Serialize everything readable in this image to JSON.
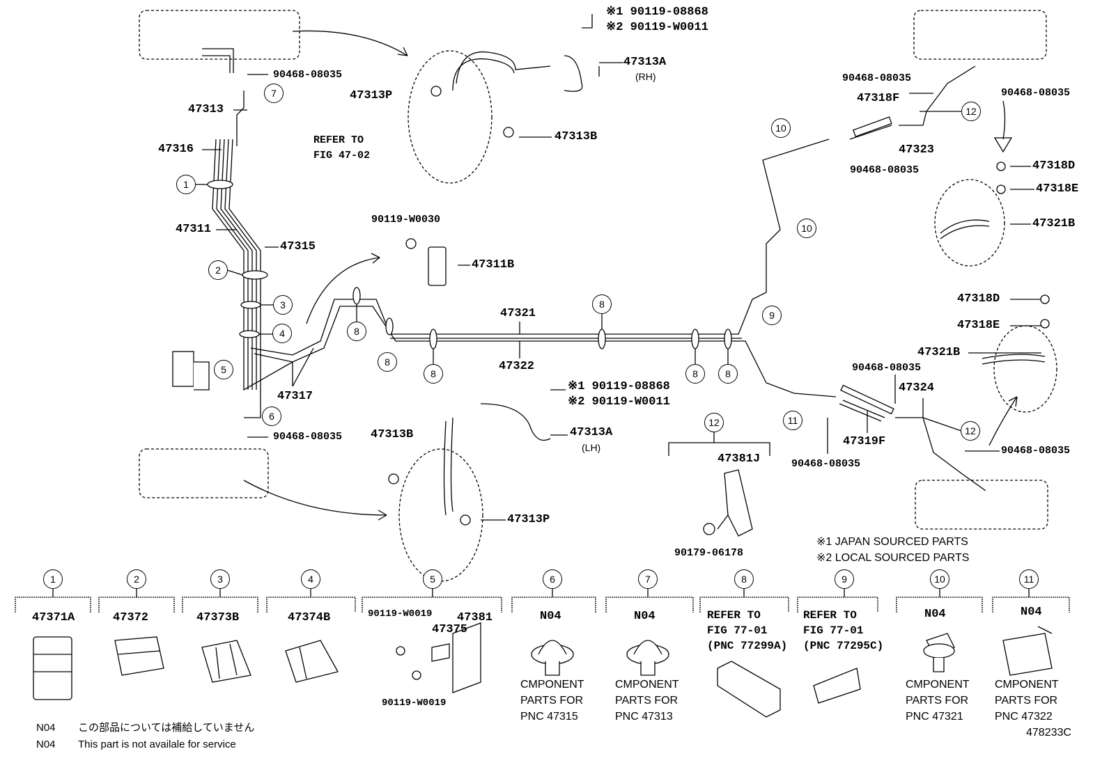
{
  "diagram_id": "478233C",
  "callouts": {
    "rh_note1": "※1 90119-08868",
    "rh_note2": "※2 90119-W0011",
    "rh_47313A": "47313A",
    "rh_side": "(RH)",
    "rh_47313P": "47313P",
    "rh_47313B": "47313B",
    "fl_clip": "90468-08035",
    "p47313": "47313",
    "p47316": "47316",
    "refer_to": "REFER TO",
    "fig_47_02": "FIG 47-02",
    "p47311": "47311",
    "p47315": "47315",
    "bolt_w0030": "90119-W0030",
    "p47311B": "47311B",
    "p47321": "47321",
    "p47322": "47322",
    "p47317": "47317",
    "rl_clip": "90468-08035",
    "lh_note1": "※1 90119-08868",
    "lh_note2": "※2 90119-W0011",
    "lh_47313B": "47313B",
    "lh_47313A": "47313A",
    "lh_side": "(LH)",
    "lh_47313P": "47313P",
    "p47381J": "47381J",
    "p90179": "90179-06178",
    "rr_clip1": "90468-08035",
    "p47318F": "47318F",
    "p47323": "47323",
    "rr_clip2": "90468-08035",
    "rr_clip3": "90468-08035",
    "r_47318D": "47318D",
    "r_47318E": "47318E",
    "r_47321B": "47321B",
    "l_47318D": "47318D",
    "l_47318E": "47318E",
    "l_47321B": "47321B",
    "rl_clip1": "90468-08035",
    "p47324": "47324",
    "p47319F": "47319F",
    "rl_clip2": "90468-08035",
    "rl_clip3": "90468-08035",
    "legend1": "※1 JAPAN SOURCED PARTS",
    "legend2": "※2 LOCAL SOURCED PARTS"
  },
  "markers": [
    "1",
    "2",
    "3",
    "4",
    "5",
    "6",
    "7",
    "8",
    "9",
    "10",
    "11",
    "12"
  ],
  "detail_panels": [
    {
      "num": "1",
      "label": "47371A"
    },
    {
      "num": "2",
      "label": "47372"
    },
    {
      "num": "3",
      "label": "47373B"
    },
    {
      "num": "4",
      "label": "47374B"
    },
    {
      "num": "5",
      "label": "47381",
      "sub1": "90119-W0019",
      "sub2": "47375",
      "sub3": "90119-W0019"
    },
    {
      "num": "6",
      "label": "N04",
      "desc1": "CMPONENT",
      "desc2": "PARTS FOR",
      "desc3": "PNC 47315"
    },
    {
      "num": "7",
      "label": "N04",
      "desc1": "CMPONENT",
      "desc2": "PARTS FOR",
      "desc3": "PNC 47313"
    },
    {
      "num": "8",
      "line1": "REFER TO",
      "line2": "FIG 77-01",
      "line3": "(PNC 77299A)"
    },
    {
      "num": "9",
      "line1": "REFER TO",
      "line2": "FIG 77-01",
      "line3": "(PNC 77295C)"
    },
    {
      "num": "10",
      "label": "N04",
      "desc1": "CMPONENT",
      "desc2": "PARTS FOR",
      "desc3": "PNC 47321"
    },
    {
      "num": "11",
      "label": "N04",
      "desc1": "CMPONENT",
      "desc2": "PARTS FOR",
      "desc3": "PNC 47322"
    }
  ],
  "notes": [
    {
      "code": "N04",
      "text": "この部品については補給していません"
    },
    {
      "code": "N04",
      "text": "This part is not availale for service"
    }
  ]
}
